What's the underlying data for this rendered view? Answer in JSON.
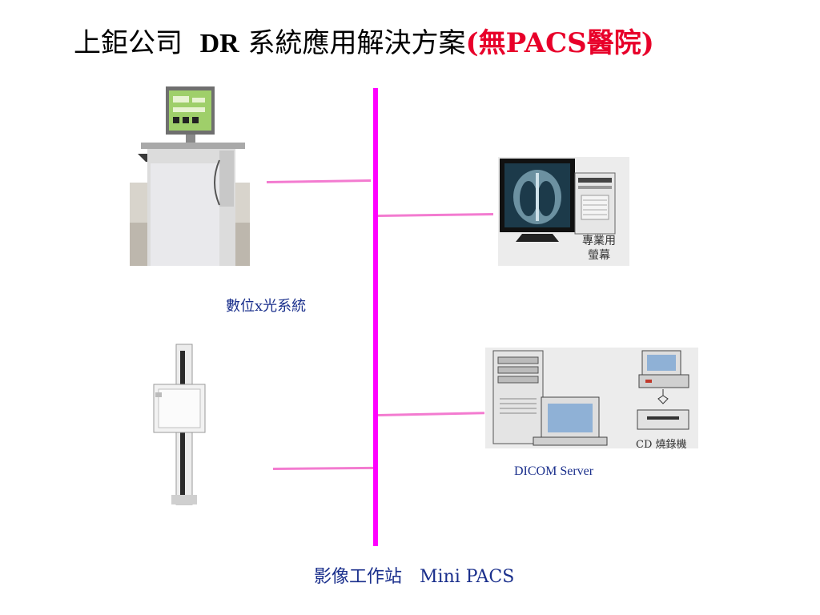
{
  "title": {
    "prefix": "上鉅公司",
    "dr": "DR",
    "middle": "系統應用解決方案",
    "suffix": "(無PACS醫院)"
  },
  "labels": {
    "xray_system": "數位x光系統",
    "monitor": [
      "專業用",
      "螢幕"
    ],
    "dicom_server": "DICOM Server",
    "cd_burner": "CD 燒錄機",
    "workstation": "影像工作站　Mini PACS"
  },
  "colors": {
    "bus": "#ff00ff",
    "link": "#f37bd0",
    "title_accent": "#e8002a",
    "label": "#1a2f8c"
  }
}
